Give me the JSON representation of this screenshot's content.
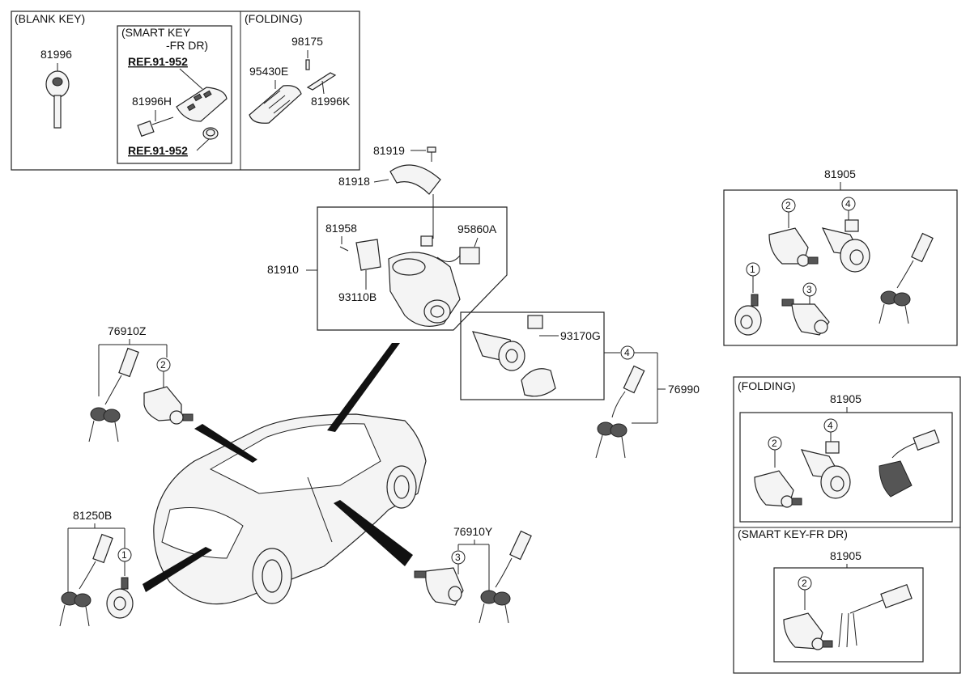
{
  "headers": {
    "blank_key": "(BLANK KEY)",
    "smart_key": "(SMART KEY",
    "smart_key_2": "-FR DR)",
    "folding_top": "(FOLDING)",
    "folding_right": "(FOLDING)",
    "smart_key_fr_dr": "(SMART KEY-FR DR)"
  },
  "refs": {
    "ref_1": "REF.91-952",
    "ref_2": "REF.91-952"
  },
  "parts": {
    "p81996": "81996",
    "p81996h": "81996H",
    "p98175": "98175",
    "p95430e": "95430E",
    "p81996k": "81996K",
    "p81919": "81919",
    "p81918": "81918",
    "p81958": "81958",
    "p95860a": "95860A",
    "p81910": "81910",
    "p93110b": "93110B",
    "p93170g": "93170G",
    "p76990": "76990",
    "p76910z": "76910Z",
    "p81250b": "81250B",
    "p76910y": "76910Y",
    "p81905_a": "81905",
    "p81905_b": "81905",
    "p81905_c": "81905"
  },
  "callouts": {
    "c1": "1",
    "c2": "2",
    "c3": "3",
    "c4": "4"
  }
}
